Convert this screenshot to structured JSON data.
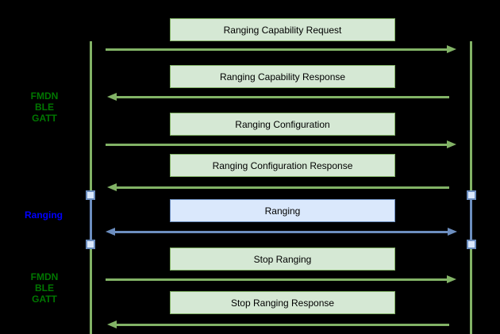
{
  "diagram": {
    "type": "sequence-protocol-flow",
    "background_color": "#000000",
    "colors": {
      "green_stroke": "#82b366",
      "green_fill": "#d5e8d4",
      "blue_stroke": "#6c8ebf",
      "blue_fill": "#dae8fc",
      "side_label_green": "#007700",
      "side_label_blue": "#0000ff",
      "box_text": "#000000"
    },
    "side_labels": [
      {
        "text": "FMDN\nBLE\nGATT",
        "color": "green"
      },
      {
        "text": "Ranging",
        "color": "blue"
      },
      {
        "text": "FMDN\nBLE\nGATT",
        "color": "green"
      }
    ],
    "messages": [
      {
        "label": "Ranging Capability Request",
        "direction": "right",
        "style": "green"
      },
      {
        "label": "Ranging Capability Response",
        "direction": "left",
        "style": "green"
      },
      {
        "label": "Ranging Configuration",
        "direction": "right",
        "style": "green"
      },
      {
        "label": "Ranging Configuration Response",
        "direction": "left",
        "style": "green"
      },
      {
        "label": "Ranging",
        "direction": "both",
        "style": "blue"
      },
      {
        "label": "Stop Ranging",
        "direction": "right",
        "style": "green"
      },
      {
        "label": "Stop Ranging Response",
        "direction": "left",
        "style": "green"
      }
    ],
    "lifelines": [
      {
        "name": "left",
        "endpoint_markers": 2
      },
      {
        "name": "right",
        "endpoint_markers": 2
      }
    ]
  }
}
